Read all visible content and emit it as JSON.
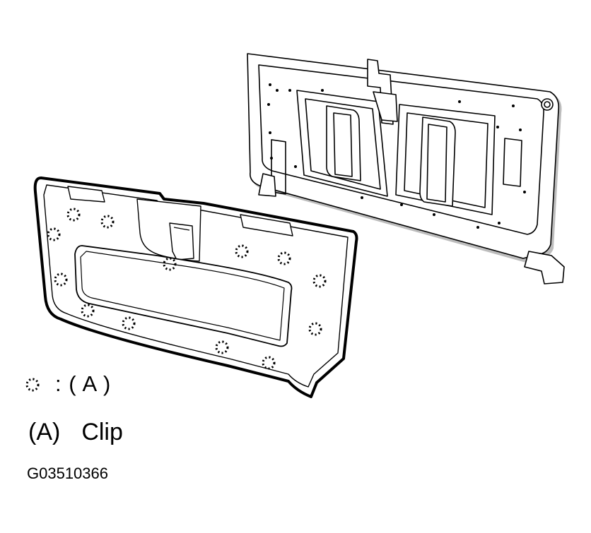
{
  "legend": {
    "symbol_key": ": ( A )",
    "label_letter": "(A)",
    "label_text": "Clip"
  },
  "figure_code": "G03510366",
  "colors": {
    "line": "#000000",
    "panel_fill": "#ffffff",
    "shadow": "#bdbdbd"
  }
}
